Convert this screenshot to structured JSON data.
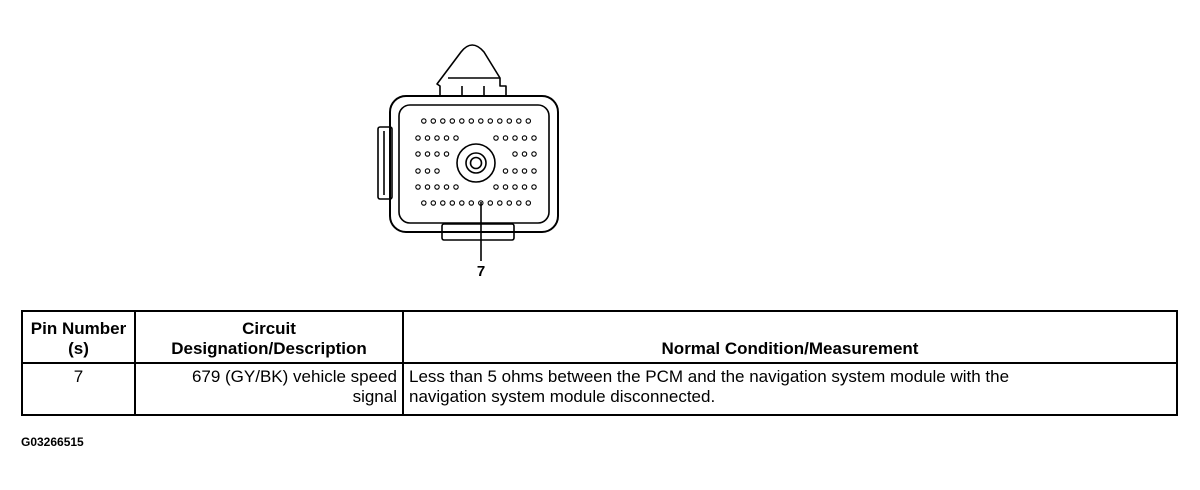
{
  "diagram": {
    "pin_callout": "7"
  },
  "table": {
    "headers": {
      "pin": [
        "Pin Number",
        "(s)"
      ],
      "circuit": [
        "Circuit",
        "Designation/Description"
      ],
      "condition": "Normal Condition/Measurement"
    },
    "rows": [
      {
        "pin": "7",
        "circuit": [
          "679 (GY/BK) vehicle speed",
          "signal"
        ],
        "condition": [
          "Less than 5 ohms between the PCM and the navigation system module with the",
          "navigation system module disconnected."
        ]
      }
    ]
  },
  "figure_code": "G03266515"
}
